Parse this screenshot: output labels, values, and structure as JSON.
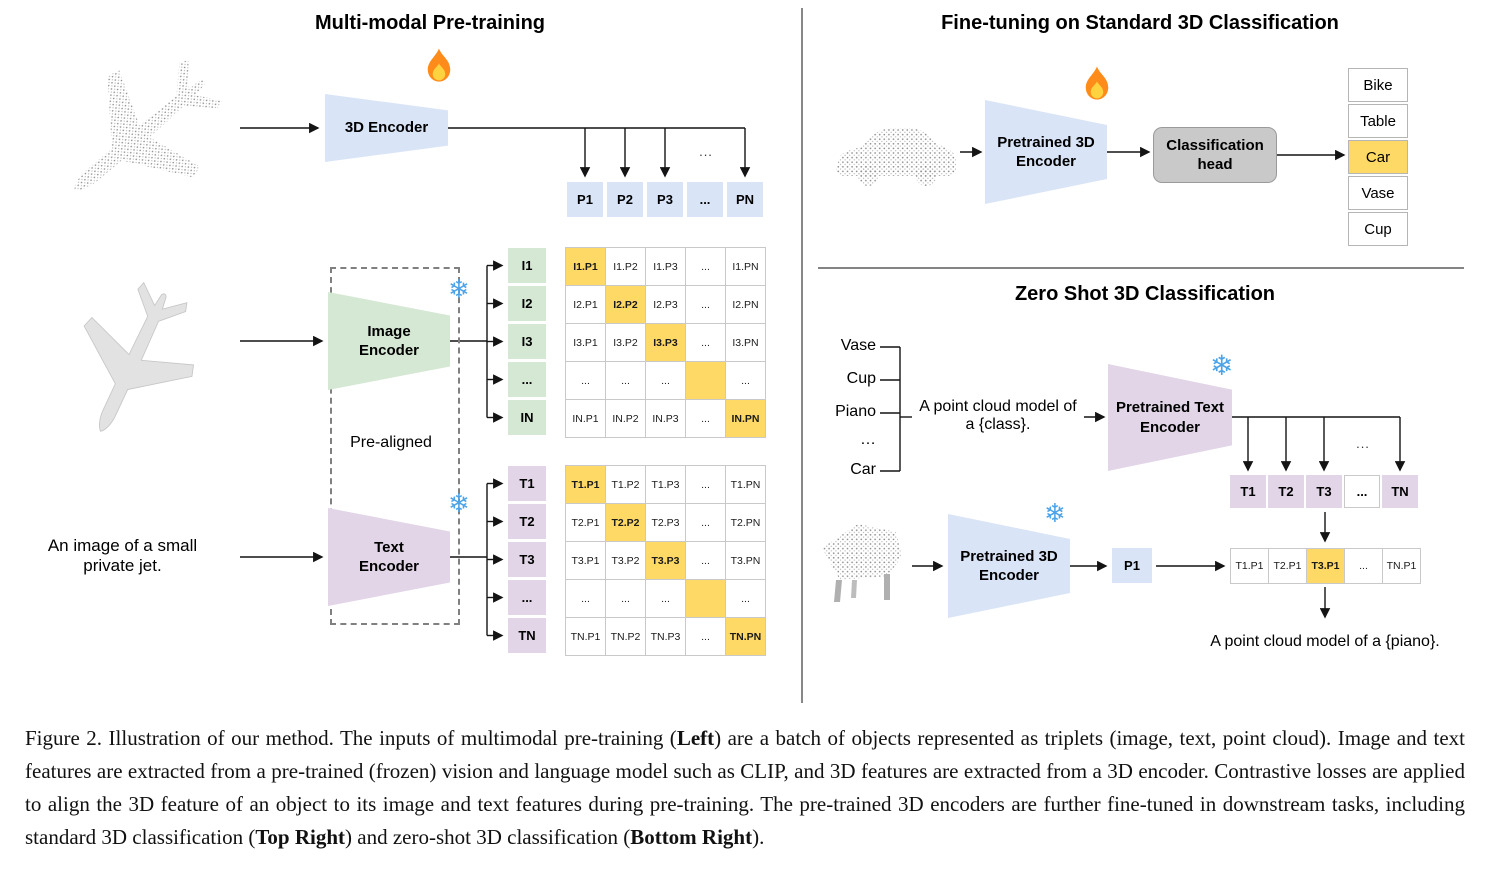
{
  "colors": {
    "blue": "#d9e4f7",
    "green": "#d5e8d4",
    "purple": "#e1d5e7",
    "orange": "#ffd966",
    "line": "#c9c9c9"
  },
  "icons": {
    "snowflake": "❄",
    "fire": "flame"
  },
  "misc": {
    "ellipsis": "..."
  },
  "left": {
    "title": "Multi-modal Pre-training",
    "encoder3d_label": "3D Encoder",
    "image_encoder_label": "Image\nEncoder",
    "text_encoder_label": "Text\nEncoder",
    "pre_aligned": "Pre-aligned",
    "input_text": "An image of a small\nprivate jet.",
    "p_row": [
      "P1",
      "P2",
      "P3",
      "...",
      "PN"
    ],
    "i_labels": [
      "I1",
      "I2",
      "I3",
      "...",
      "IN"
    ],
    "t_labels": [
      "T1",
      "T2",
      "T3",
      "...",
      "TN"
    ],
    "i_matrix": [
      [
        "I1.P1",
        "I1.P2",
        "I1.P3",
        "...",
        "I1.PN"
      ],
      [
        "I2.P1",
        "I2.P2",
        "I2.P3",
        "...",
        "I2.PN"
      ],
      [
        "I3.P1",
        "I3.P2",
        "I3.P3",
        "...",
        "I3.PN"
      ],
      [
        "...",
        "...",
        "...",
        "",
        "..."
      ],
      [
        "IN.P1",
        "IN.P2",
        "IN.P3",
        "...",
        "IN.PN"
      ]
    ],
    "t_matrix": [
      [
        "T1.P1",
        "T1.P2",
        "T1.P3",
        "...",
        "T1.PN"
      ],
      [
        "T2.P1",
        "T2.P2",
        "T2.P3",
        "...",
        "T2.PN"
      ],
      [
        "T3.P1",
        "T3.P2",
        "T3.P3",
        "...",
        "T3.PN"
      ],
      [
        "...",
        "...",
        "...",
        "",
        "..."
      ],
      [
        "TN.P1",
        "TN.P2",
        "TN.P3",
        "...",
        "TN.PN"
      ]
    ]
  },
  "top_right": {
    "title": "Fine-tuning on Standard 3D Classification",
    "encoder_label": "Pretrained 3D\nEncoder",
    "head_label": "Classification\nhead",
    "classes": [
      "Bike",
      "Table",
      "Car",
      "Vase",
      "Cup"
    ],
    "selected_class": "Car"
  },
  "bottom_right": {
    "title": "Zero Shot 3D Classification",
    "classes": [
      "Vase",
      "Cup",
      "Piano",
      "…",
      "Car"
    ],
    "prompt": "A point cloud model of\na {class}.",
    "text_encoder_label": "Pretrained Text\nEncoder",
    "encoder3d_label": "Pretrained 3D\nEncoder",
    "t_row": [
      "T1",
      "T2",
      "T3",
      "...",
      "TN"
    ],
    "p_cell": "P1",
    "result_row": [
      "T1.P1",
      "T2.P1",
      "T3.P1",
      "...",
      "TN.P1"
    ],
    "result_text": "A point cloud model of a {piano}."
  },
  "caption": {
    "segments": [
      {
        "text": "Figure 2. Illustration of our method. The inputs of multimodal pre-training (",
        "bold": false
      },
      {
        "text": "Left",
        "bold": true
      },
      {
        "text": ") are a batch of objects represented as triplets (image, text, point cloud). Image and text features are extracted from a pre-trained (frozen) vision and language model such as CLIP, and 3D features are extracted from a 3D encoder. Contrastive losses are applied to align the 3D feature of an object to its image and text features during pre-training. The pre-trained 3D encoders are further fine-tuned in downstream tasks, including standard 3D classification (",
        "bold": false
      },
      {
        "text": "Top Right",
        "bold": true
      },
      {
        "text": ") and zero-shot 3D classification (",
        "bold": false
      },
      {
        "text": "Bottom Right",
        "bold": true
      },
      {
        "text": ").",
        "bold": false
      }
    ]
  }
}
